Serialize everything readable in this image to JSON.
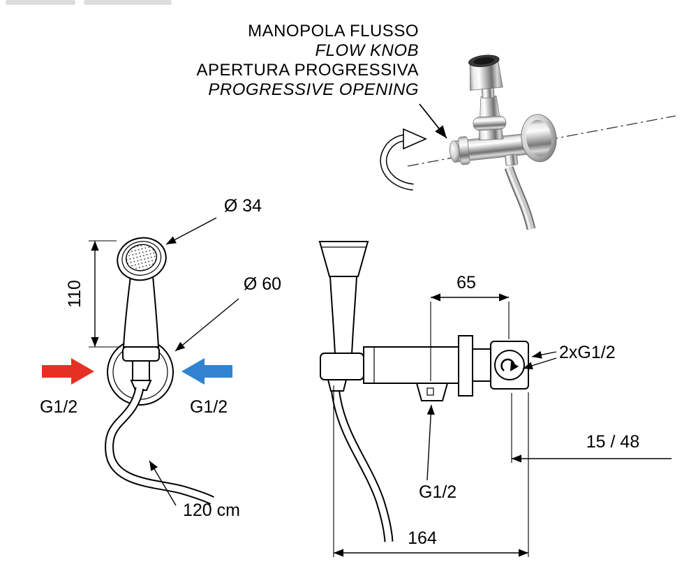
{
  "title_block": {
    "line1": "MANOPOLA FLUSSO",
    "line2": "FLOW KNOB",
    "line3": "APERTURA PROGRESSIVA",
    "line4": "PROGRESSIVE OPENING"
  },
  "front_view": {
    "head_diameter_label": "Ø 34",
    "height_label": "110",
    "rosette_diameter_label": "Ø 60",
    "hot_inlet_label": "G1/2",
    "cold_inlet_label": "G1/2",
    "hose_length_label": "120 cm"
  },
  "side_view": {
    "offset_label": "65",
    "rear_connections_label": "2xG1/2",
    "depth_range_label": "15 / 48",
    "bottom_outlet_label": "G1/2",
    "overall_width_label": "164"
  },
  "colors": {
    "hot_arrow": "#e53123",
    "cold_arrow": "#3183cf",
    "line": "#000000",
    "background": "#ffffff"
  }
}
